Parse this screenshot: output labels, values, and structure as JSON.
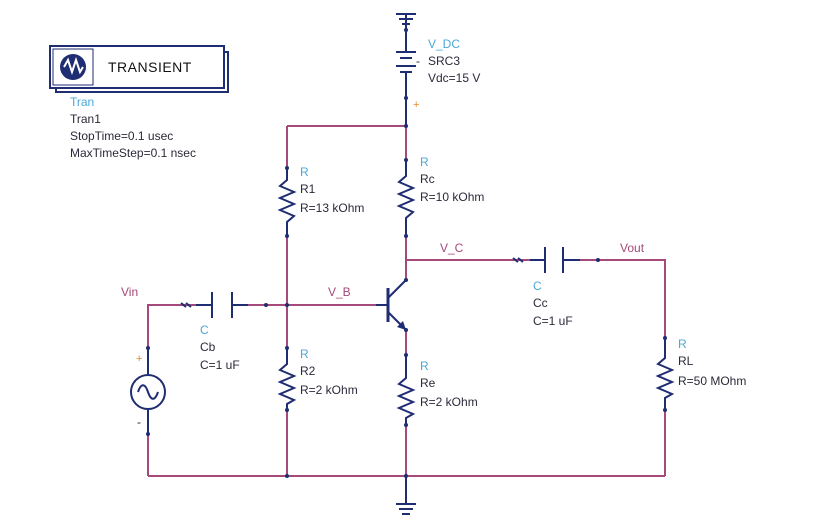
{
  "tran_block": {
    "title": "TRANSIENT",
    "type": "Tran",
    "name": "Tran1",
    "stop_time": "StopTime=0.1 usec",
    "max_step": "MaxTimeStep=0.1 nsec"
  },
  "source": {
    "name": "V_DC",
    "inst": "SRC3",
    "value": "Vdc=15 V",
    "plus": "+",
    "minus": "-"
  },
  "resistors": {
    "r1": {
      "type": "R",
      "name": "R1",
      "value": "R=13 kOhm"
    },
    "rc": {
      "type": "R",
      "name": "Rc",
      "value": "R=10 kOhm"
    },
    "r2": {
      "type": "R",
      "name": "R2",
      "value": "R=2 kOhm"
    },
    "re": {
      "type": "R",
      "name": "Re",
      "value": "R=2 kOhm"
    },
    "rl": {
      "type": "R",
      "name": "RL",
      "value": "R=50 MOhm"
    }
  },
  "capacitors": {
    "cb": {
      "type": "C",
      "name": "Cb",
      "value": "C=1 uF"
    },
    "cc": {
      "type": "C",
      "name": "Cc",
      "value": "C=1 uF"
    }
  },
  "nets": {
    "vin": "Vin",
    "vb": "V_B",
    "vc": "V_C",
    "vout": "Vout"
  },
  "vin_source": {
    "plus": "+",
    "minus": "-"
  },
  "colors": {
    "wire": "#a5497a",
    "component": "#1f2d73",
    "type_label": "#4aa8d8",
    "plus": "#e08a2e"
  }
}
